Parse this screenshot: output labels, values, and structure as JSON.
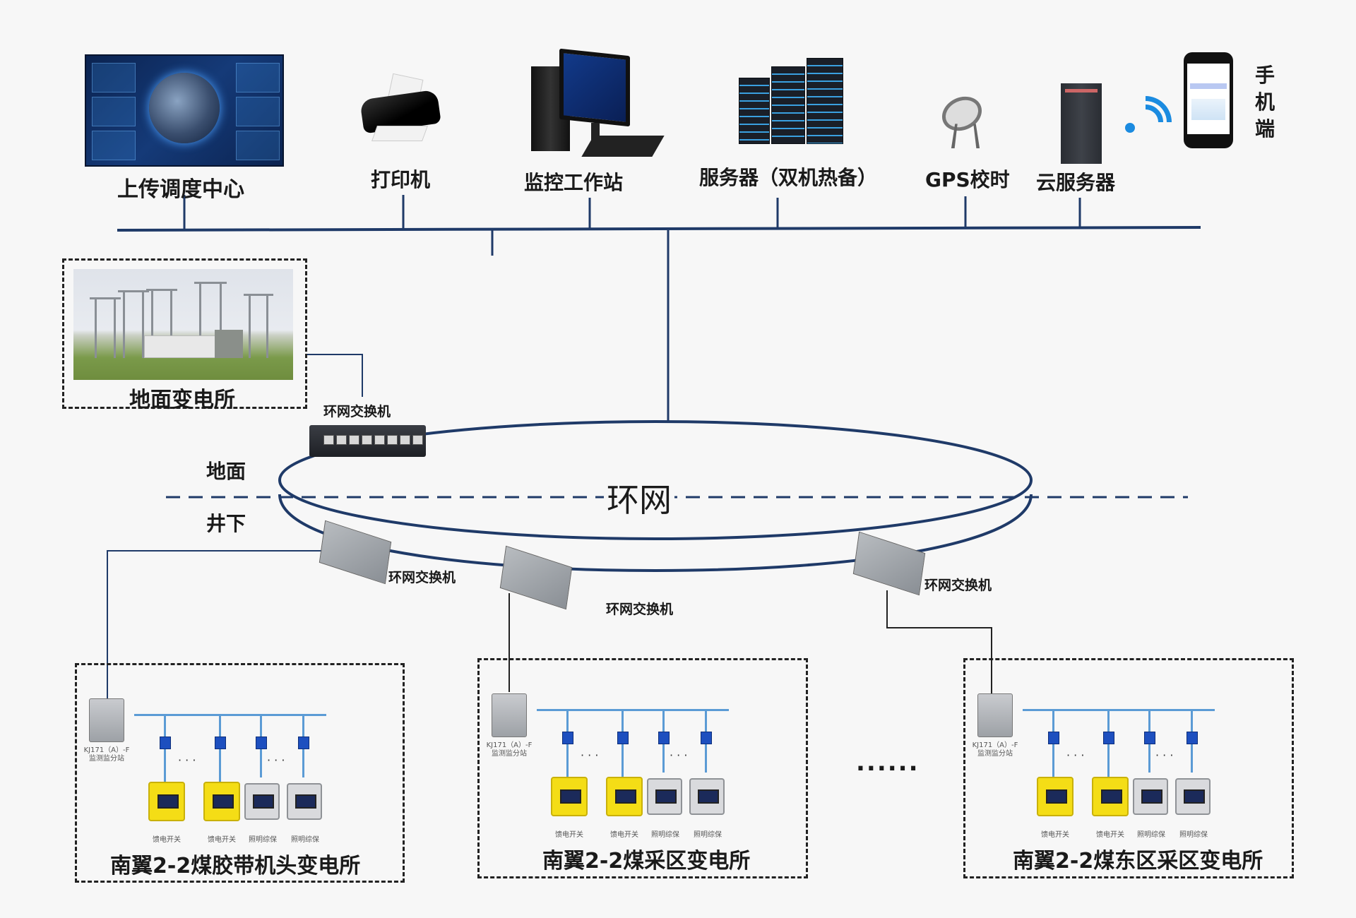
{
  "diagram": {
    "title_ring": "环网",
    "zone_labels": {
      "surface": "地面",
      "underground": "井下"
    },
    "top_devices": [
      {
        "id": "dispatch",
        "label": "上传调度中心",
        "icon": "dispatch-screen-wall-icon"
      },
      {
        "id": "printer",
        "label": "打印机",
        "icon": "printer-icon"
      },
      {
        "id": "workstation",
        "label": "监控工作站",
        "icon": "desktop-workstation-icon"
      },
      {
        "id": "server",
        "label": "服务器（双机热备）",
        "icon": "server-rack-icon"
      },
      {
        "id": "gps",
        "label": "GPS校时",
        "icon": "satellite-dish-icon"
      },
      {
        "id": "cloud",
        "label": "云服务器",
        "icon": "cloud-server-tower-icon"
      }
    ],
    "mobile": {
      "label_chars": [
        "手",
        "机",
        "端"
      ],
      "icon": "smartphone-icon",
      "link_icon": "wifi-icon"
    },
    "surface_substation": {
      "label": "地面变电所",
      "icon": "substation-photo"
    },
    "surface_switch": {
      "label": "环网交换机",
      "icon": "ethernet-switch-icon"
    },
    "underground_switches": [
      {
        "label": "环网交换机"
      },
      {
        "label": "环网交换机"
      },
      {
        "label": "环网交换机"
      }
    ],
    "ellipsis": "......",
    "substations": [
      {
        "label": "南翼2-2煤胶带机头变电所",
        "station_label_line1": "KJ171（A）-F",
        "station_label_line2": "监测监分站",
        "devices": [
          "馈电开关",
          "馈电开关",
          "照明综保",
          "照明综保"
        ],
        "dots": [
          "· · ·",
          "· · ·"
        ]
      },
      {
        "label": "南翼2-2煤采区变电所",
        "station_label_line1": "KJ171（A）-F",
        "station_label_line2": "监测监分站",
        "devices": [
          "馈电开关",
          "馈电开关",
          "照明综保",
          "照明综保"
        ],
        "dots": [
          "· · ·",
          "· · ·"
        ]
      },
      {
        "label": "南翼2-2煤东区采区变电所",
        "station_label_line1": "KJ171（A）-F",
        "station_label_line2": "监测监分站",
        "devices": [
          "馈电开关",
          "馈电开关",
          "照明综保",
          "照明综保"
        ],
        "dots": [
          "· · ·",
          "· · ·"
        ]
      }
    ],
    "colors": {
      "bus": "#1f3a68",
      "ring": "#1f3a68",
      "field_bus": "#5b9bd5",
      "dash": "#222222"
    }
  }
}
